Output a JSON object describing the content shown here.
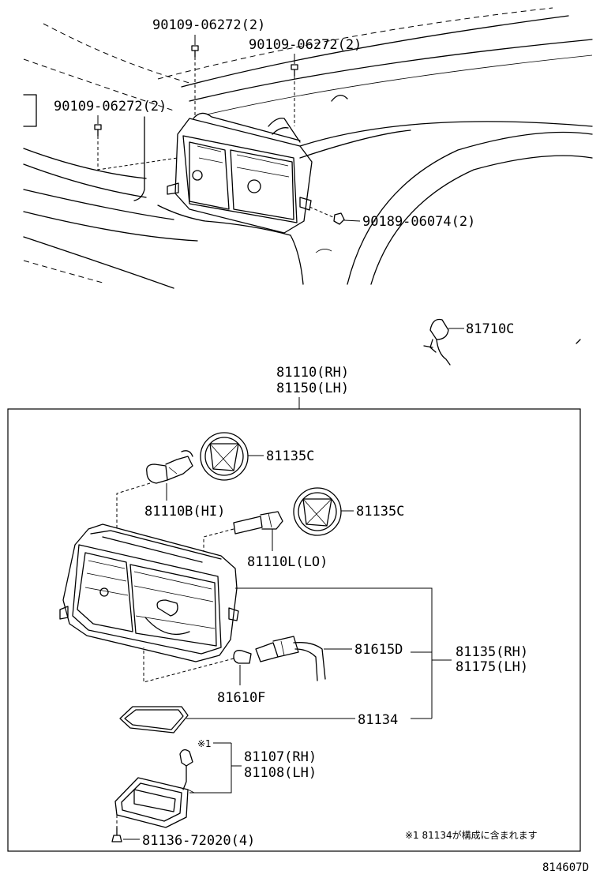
{
  "diagram_id": "814607D",
  "callouts": {
    "bolt_top_center": "90109-06272(2)",
    "bolt_top_right": "90109-06272(2)",
    "bolt_left": "90109-06272(2)",
    "nut_side": "90189-06074(2)",
    "side_turn_lamp": "81710C",
    "headlamp_assy_rh": "81110(RH)",
    "headlamp_assy_lh": "81150(LH)",
    "cover_upper": "81135C",
    "bulb_hi": "81110B(HI)",
    "cover_lower": "81135C",
    "bulb_lo": "81110L(LO)",
    "socket_wire": "81615D",
    "unit_rh": "81135(RH)",
    "unit_lh": "81175(LH)",
    "bulb_small": "81610F",
    "gasket": "81134",
    "ref_mark": "※1",
    "ballast_rh": "81107(RH)",
    "ballast_lh": "81108(LH)",
    "screw": "81136-72020(4)"
  },
  "footnote": "※1 81134が構成に含まれます"
}
